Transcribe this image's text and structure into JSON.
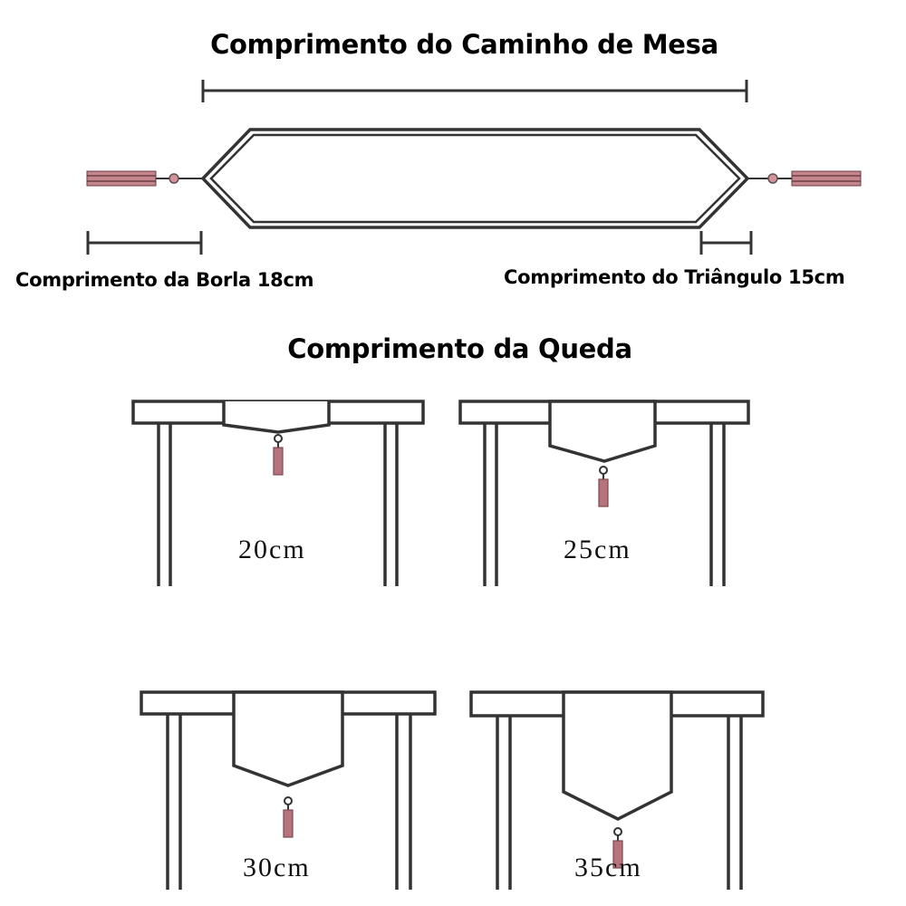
{
  "header": {
    "title": "Comprimento do Caminho de Mesa"
  },
  "runner_diagram": {
    "tassel_label": "Comprimento da Borla 18cm",
    "triangle_label": "Comprimento do Triângulo 15cm"
  },
  "drop_section": {
    "title": "Comprimento da Queda",
    "options": [
      {
        "label": "20cm"
      },
      {
        "label": "25cm"
      },
      {
        "label": "30cm"
      },
      {
        "label": "35cm"
      }
    ]
  },
  "colors": {
    "line": "#333333",
    "tassel": "#b7737b",
    "text": "#000000"
  }
}
